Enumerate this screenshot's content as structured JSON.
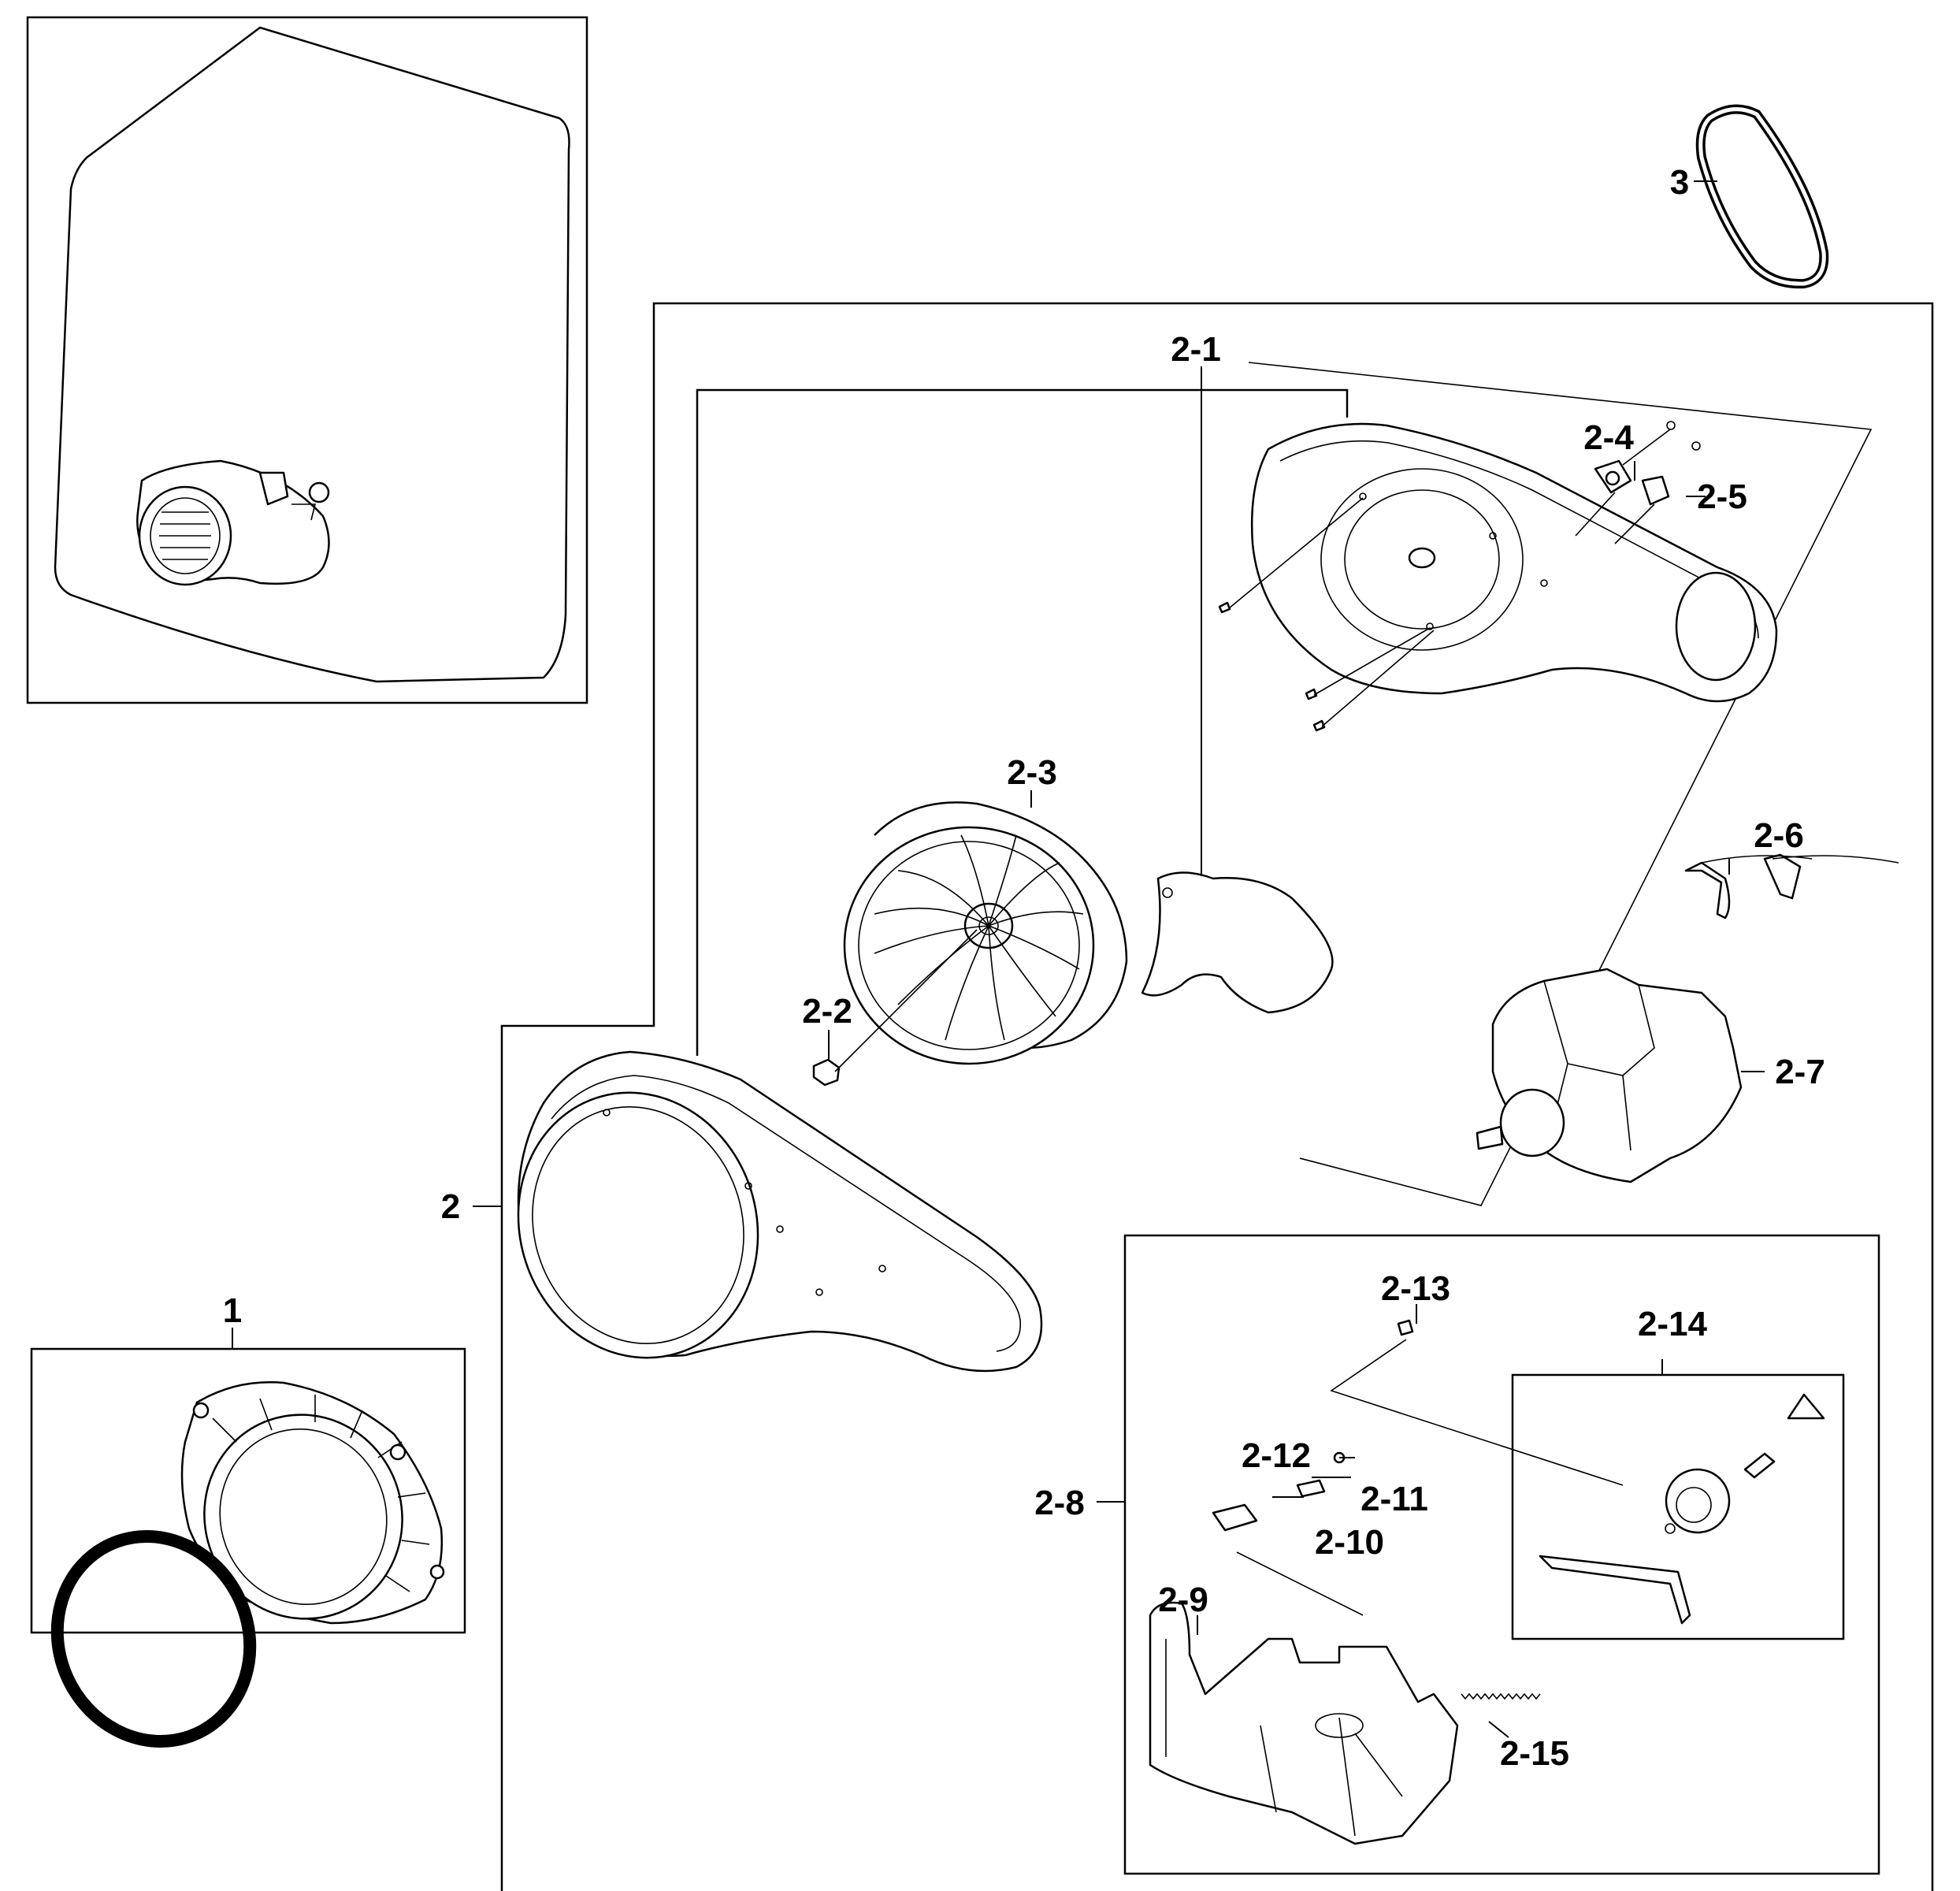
{
  "diagram": {
    "callouts": {
      "p1": "1",
      "p2": "2",
      "p2_1": "2-1",
      "p2_2": "2-2",
      "p2_3": "2-3",
      "p2_4": "2-4",
      "p2_5": "2-5",
      "p2_6": "2-6",
      "p2_7": "2-7",
      "p2_8": "2-8",
      "p2_9": "2-9",
      "p2_10": "2-10",
      "p2_11": "2-11",
      "p2_12": "2-12",
      "p2_13": "2-13",
      "p2_14": "2-14",
      "p2_15": "2-15",
      "p3": "3"
    }
  }
}
